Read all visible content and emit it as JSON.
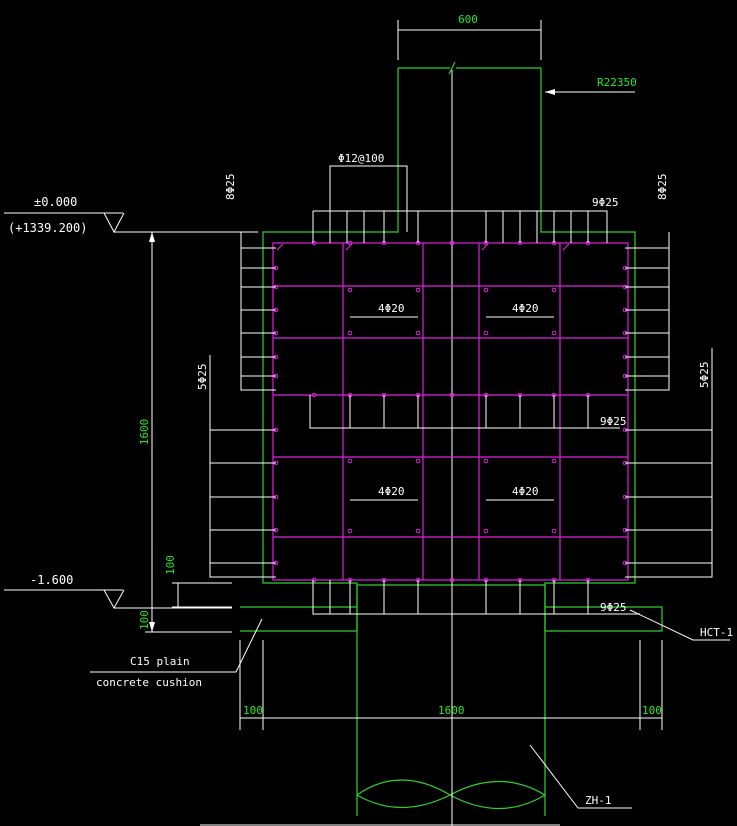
{
  "colors": {
    "background": "#000000",
    "outline": "#2fd02f",
    "rebar": "#e020e0",
    "annotation": "#ffffff",
    "dimension_text": "#29e629"
  },
  "labels": {
    "col_width": "600",
    "r_label": "R22350",
    "stirrup_top": "Φ12@100",
    "left_vert_top": "8Φ25",
    "right_vert_top": "8Φ25",
    "top_bars": "9Φ25",
    "inner_tl": "4Φ20",
    "inner_tr": "4Φ20",
    "inner_bl": "4Φ20",
    "inner_br": "4Φ20",
    "mid_bars": "9Φ25",
    "left_mid": "5Φ25",
    "right_mid": "5Φ25",
    "bottom_bars": "9Φ25",
    "elev_top": "±0.000",
    "elev_top_abs": "(+1339.200)",
    "elev_bottom": "-1.600",
    "dim_height": "1600",
    "dim_cover": "100",
    "dim_cushion": "100",
    "cushion_line1": "C15  plain",
    "cushion_line2": "concrete cushion",
    "cap_tag": "HCT-1",
    "pile_tag": "ZH-1",
    "dim_left": "100",
    "dim_width": "1600",
    "dim_right": "100"
  }
}
